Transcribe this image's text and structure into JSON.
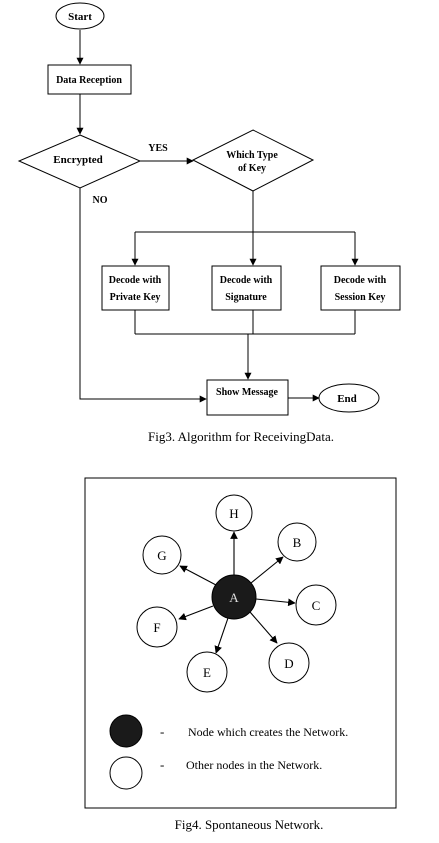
{
  "fig3": {
    "start": "Start",
    "data_reception": "Data Reception",
    "encrypted": "Encrypted",
    "yes": "YES",
    "no": "NO",
    "which_type_line1": "Which Type",
    "which_type_line2": "of Key",
    "private_line1": "Decode with",
    "private_line2": "Private Key",
    "signature_line1": "Decode with",
    "signature_line2": "Signature",
    "session_line1": "Decode with",
    "session_line2": "Session Key",
    "show_message": "Show Message",
    "end": "End",
    "caption": "Fig3. Algorithm for ReceivingData."
  },
  "fig4": {
    "nodes": {
      "A": "A",
      "B": "B",
      "C": "C",
      "D": "D",
      "E": "E",
      "F": "F",
      "G": "G",
      "H": "H"
    },
    "legend_creator": "Node which creates the Network.",
    "legend_other": "Other nodes in the Network.",
    "legend_dash_1": "-",
    "legend_dash_2": "-",
    "caption": "Fig4. Spontaneous Network."
  }
}
